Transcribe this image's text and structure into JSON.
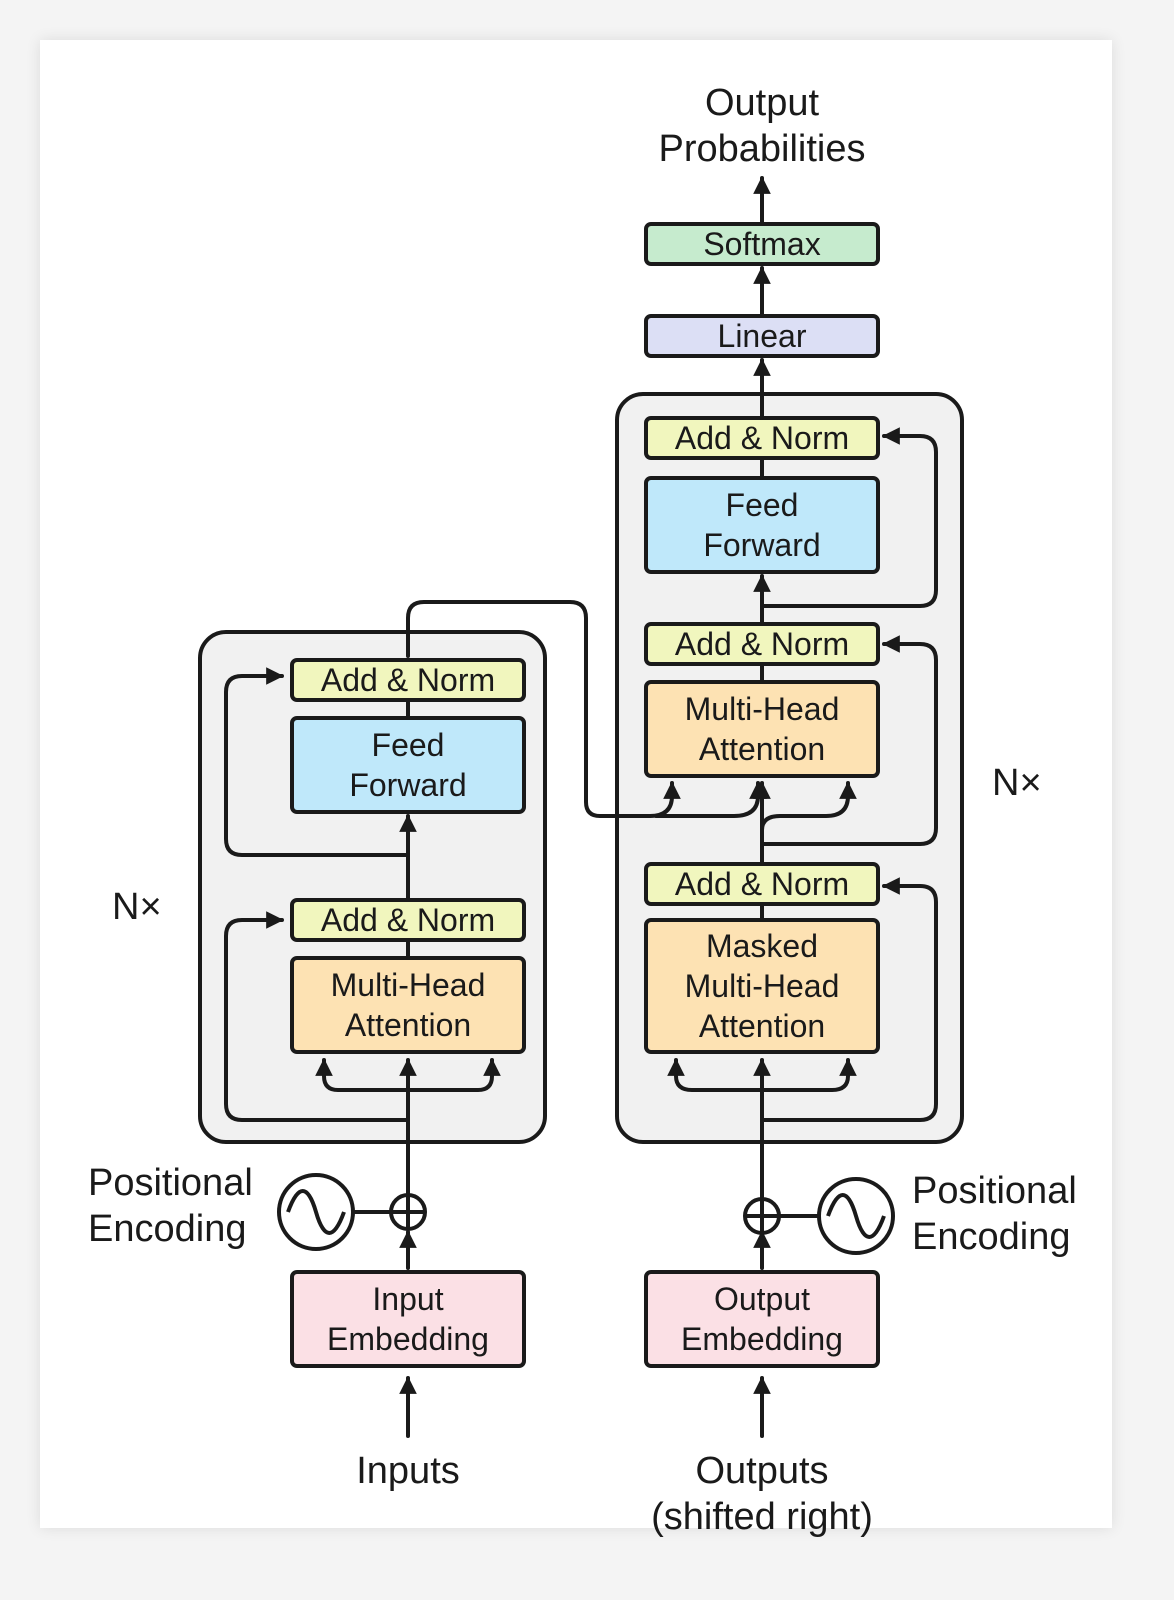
{
  "encoder": {
    "n_label": "N×",
    "add_norm_1": "Add & Norm",
    "feed_forward": [
      "Feed",
      "Forward"
    ],
    "add_norm_2": "Add & Norm",
    "attention": [
      "Multi-Head",
      "Attention"
    ]
  },
  "decoder": {
    "n_label": "N×",
    "add_norm_top": "Add & Norm",
    "feed_forward": [
      "Feed",
      "Forward"
    ],
    "add_norm_mid": "Add & Norm",
    "cross_attention": [
      "Multi-Head",
      "Attention"
    ],
    "add_norm_bottom": "Add & Norm",
    "masked_attention": [
      "Masked",
      "Multi-Head",
      "Attention"
    ]
  },
  "head": {
    "output_probabilities": [
      "Output",
      "Probabilities"
    ],
    "softmax": "Softmax",
    "linear": "Linear"
  },
  "input_side": {
    "positional_encoding": [
      "Positional",
      "Encoding"
    ],
    "embedding": [
      "Input",
      "Embedding"
    ],
    "inputs_label": "Inputs"
  },
  "output_side": {
    "positional_encoding": [
      "Positional",
      "Encoding"
    ],
    "embedding": [
      "Output",
      "Embedding"
    ],
    "outputs_label": [
      "Outputs",
      "(shifted right)"
    ]
  },
  "colors": {
    "add_norm": "#f1f6be",
    "feed_forward": "#bfe8fa",
    "attention": "#fde2b3",
    "embedding": "#fbe0e5",
    "linear": "#dcdff5",
    "softmax": "#c6ebce",
    "block_background": "#f1f1f1"
  }
}
